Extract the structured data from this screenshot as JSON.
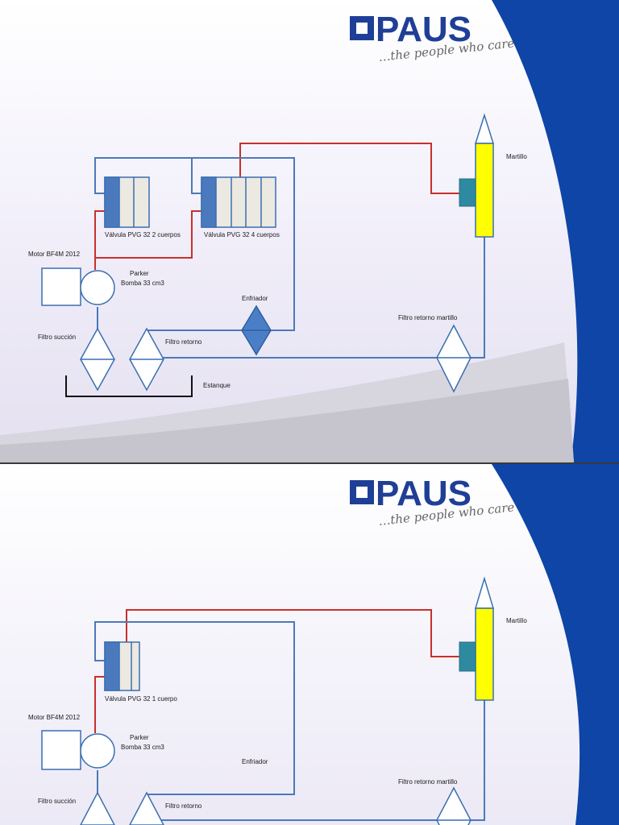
{
  "slides": [
    {
      "brand": {
        "name": "PAUS",
        "tagline": "…the people who care"
      },
      "labels": {
        "martillo": "Martillo",
        "valve1": "Válvula PVG 32 2 cuerpos",
        "valve2": "Válvula PVG 32  4 cuerpos",
        "motor": "Motor BF4M 2012",
        "parker": "Parker",
        "bomba": "Bomba 33 cm3",
        "enfriador": "Enfriador",
        "filtro_retorno_martillo": "Filtro retorno martillo",
        "filtro_succion": "Filtro succión",
        "filtro_retorno": "Filtro retorno",
        "estanque": "Estanque"
      }
    },
    {
      "brand": {
        "name": "PAUS",
        "tagline": "…the people who care"
      },
      "labels": {
        "martillo": "Martillo",
        "valve1": "Válvula PVG 32 1 cuerpo",
        "motor": "Motor BF4M 2012",
        "parker": "Parker",
        "bomba": "Bomba 33 cm3",
        "enfriador": "Enfriador",
        "filtro_retorno_martillo": "Filtro retorno martillo",
        "filtro_succion": "Filtro succión",
        "filtro_retorno": "Filtro retorno"
      }
    }
  ],
  "colors": {
    "pressure_line": "#c8302c",
    "return_line": "#4a7ab8",
    "valve_blue": "#4a7abd",
    "valve_body": "#ece9e2",
    "hammer_yellow": "#ffff00",
    "hammer_port": "#2e8aa0",
    "cooler": "#4a7fc8",
    "corner_blue": "#0e45a6"
  }
}
